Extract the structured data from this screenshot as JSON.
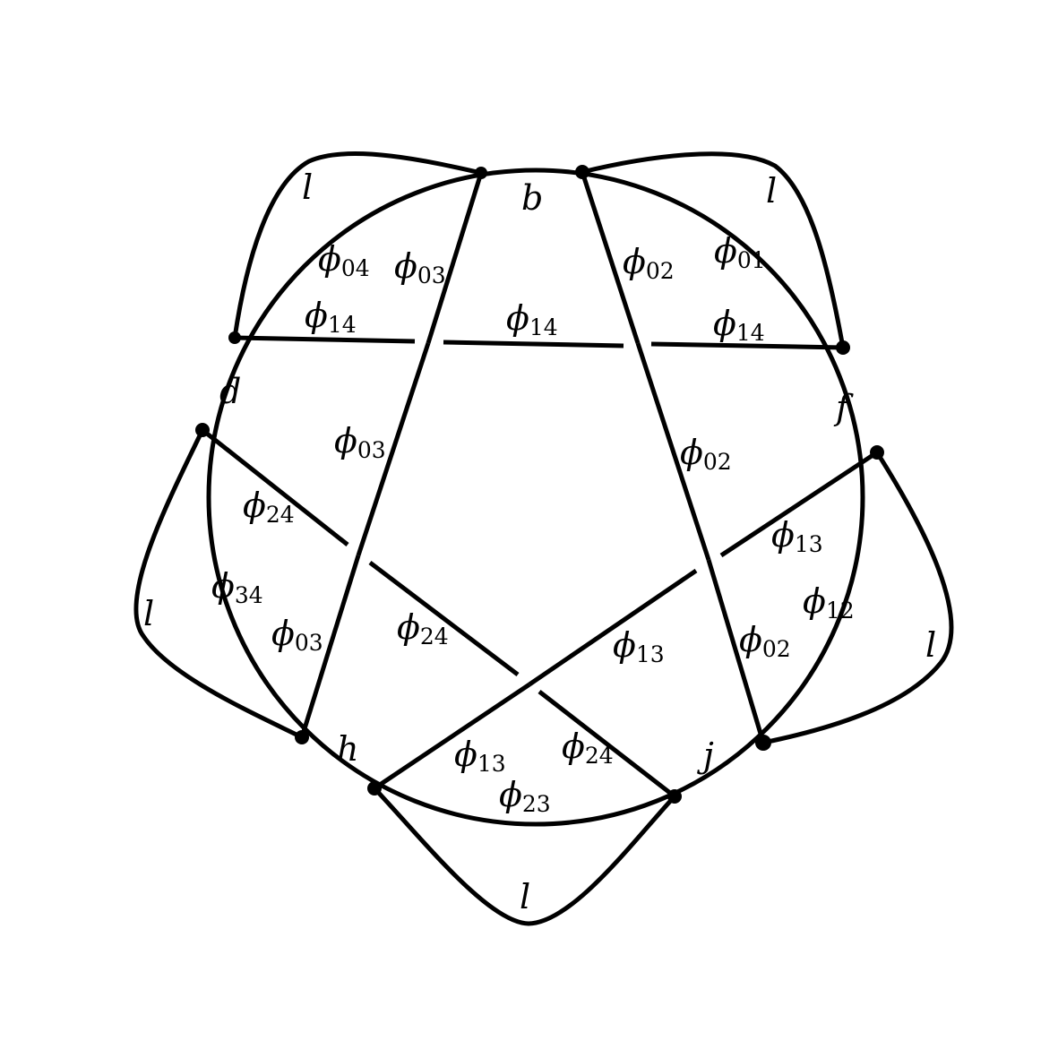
{
  "region_labels": {
    "b": "b",
    "d": "d",
    "f": "f",
    "h": "h",
    "j": "j",
    "l_top_left": "l",
    "l_top_right": "l",
    "l_left": "l",
    "l_right": "l",
    "l_bottom": "l"
  },
  "edge_labels": [
    {
      "id": "phi04",
      "symbol": "ϕ",
      "sub": "04"
    },
    {
      "id": "phi03_top",
      "symbol": "ϕ",
      "sub": "03"
    },
    {
      "id": "phi02_top",
      "symbol": "ϕ",
      "sub": "02"
    },
    {
      "id": "phi01",
      "symbol": "ϕ",
      "sub": "01"
    },
    {
      "id": "phi14_left",
      "symbol": "ϕ",
      "sub": "14"
    },
    {
      "id": "phi14_mid",
      "symbol": "ϕ",
      "sub": "14"
    },
    {
      "id": "phi14_right",
      "symbol": "ϕ",
      "sub": "14"
    },
    {
      "id": "phi03_mid",
      "symbol": "ϕ",
      "sub": "03"
    },
    {
      "id": "phi02_mid",
      "symbol": "ϕ",
      "sub": "02"
    },
    {
      "id": "phi24_left",
      "symbol": "ϕ",
      "sub": "24"
    },
    {
      "id": "phi13_right",
      "symbol": "ϕ",
      "sub": "13"
    },
    {
      "id": "phi34",
      "symbol": "ϕ",
      "sub": "34"
    },
    {
      "id": "phi12",
      "symbol": "ϕ",
      "sub": "12"
    },
    {
      "id": "phi03_low",
      "symbol": "ϕ",
      "sub": "03"
    },
    {
      "id": "phi24_mid",
      "symbol": "ϕ",
      "sub": "24"
    },
    {
      "id": "phi13_mid",
      "symbol": "ϕ",
      "sub": "13"
    },
    {
      "id": "phi02_low",
      "symbol": "ϕ",
      "sub": "02"
    },
    {
      "id": "phi13_low",
      "symbol": "ϕ",
      "sub": "13"
    },
    {
      "id": "phi24_low",
      "symbol": "ϕ",
      "sub": "24"
    },
    {
      "id": "phi23",
      "symbol": "ϕ",
      "sub": "23"
    }
  ]
}
